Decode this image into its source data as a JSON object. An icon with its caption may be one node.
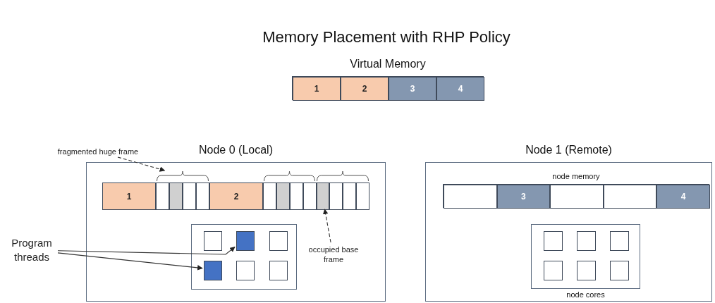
{
  "diagram": {
    "title": "Memory Placement with RHP Policy",
    "nodes": [
      {
        "text": [
          "Virtual Memory"
        ]
      },
      {
        "text": [
          "1"
        ],
        "in": 0
      },
      {
        "text": [
          "2"
        ],
        "in": 0
      },
      {
        "text": [
          "3"
        ],
        "in": 0
      },
      {
        "text": [
          "4"
        ],
        "in": 0
      },
      {
        "text": [
          "Node 0 (Local)"
        ]
      },
      {
        "text": [
          "1"
        ],
        "in": 5
      },
      {
        "text": [],
        "shape": "box",
        "in": 5
      },
      {
        "text": [],
        "shape": "box",
        "in": 5
      },
      {
        "text": [],
        "shape": "box",
        "in": 5
      },
      {
        "text": [],
        "shape": "box",
        "in": 5
      },
      {
        "text": [
          "2"
        ],
        "in": 5
      },
      {
        "text": [],
        "shape": "box",
        "in": 5
      },
      {
        "text": [],
        "shape": "box",
        "in": 5
      },
      {
        "text": [],
        "shape": "box",
        "in": 5
      },
      {
        "text": [],
        "shape": "box",
        "in": 5
      },
      {
        "text": [],
        "shape": "box",
        "in": 5
      },
      {
        "text": [],
        "shape": "box",
        "in": 5
      },
      {
        "text": [],
        "shape": "box",
        "in": 5
      },
      {
        "text": [],
        "shape": "box",
        "in": 5
      },
      {
        "text": [],
        "shape": "box",
        "in": 5
      },
      {
        "text": [],
        "shape": "box",
        "in": 20
      },
      {
        "text": [],
        "shape": "box",
        "in": 20
      },
      {
        "text": [],
        "shape": "box",
        "in": 20
      },
      {
        "text": [],
        "shape": "box",
        "in": 20
      },
      {
        "text": [],
        "shape": "box",
        "in": 20
      },
      {
        "text": [],
        "shape": "box",
        "in": 20
      },
      {
        "text": [
          "Node 1 (Remote)"
        ]
      },
      {
        "text": [
          "node memory"
        ],
        "in": 27
      },
      {
        "text": [],
        "shape": "box",
        "in": 28
      },
      {
        "text": [
          "3"
        ],
        "in": 28
      },
      {
        "text": [],
        "shape": "box",
        "in": 28
      },
      {
        "text": [],
        "shape": "box",
        "in": 28
      },
      {
        "text": [
          "4"
        ],
        "in": 28
      },
      {
        "text": [
          "node cores"
        ],
        "in": 27
      },
      {
        "text": [],
        "shape": "box",
        "in": 34
      },
      {
        "text": [],
        "shape": "box",
        "in": 34
      },
      {
        "text": [],
        "shape": "box",
        "in": 34
      },
      {
        "text": [],
        "shape": "box",
        "in": 34
      },
      {
        "text": [],
        "shape": "box",
        "in": 34
      },
      {
        "text": [],
        "shape": "box",
        "in": 34
      },
      {
        "text": [
          "Program threads"
        ]
      },
      {
        "text": [
          "fragmented huge frame"
        ]
      },
      {
        "text": [
          "occupied base frame"
        ],
        "in": 5
      },
      {
        "text": [],
        "shape": "bracket",
        "in": 5
      },
      {
        "text": [],
        "shape": "bracket",
        "in": 5
      },
      {
        "text": [],
        "shape": "bracket",
        "in": 5
      }
    ],
    "edges": [
      {
        "from": 41,
        "to": 22,
        "arrow": "to"
      },
      {
        "from": 41,
        "to": 24,
        "arrow": "to"
      },
      {
        "from": 42,
        "to": 44,
        "arrow": "to",
        "style": "dashed"
      },
      {
        "from": 43,
        "to": 16,
        "arrow": "to",
        "style": "dashed"
      }
    ]
  }
}
